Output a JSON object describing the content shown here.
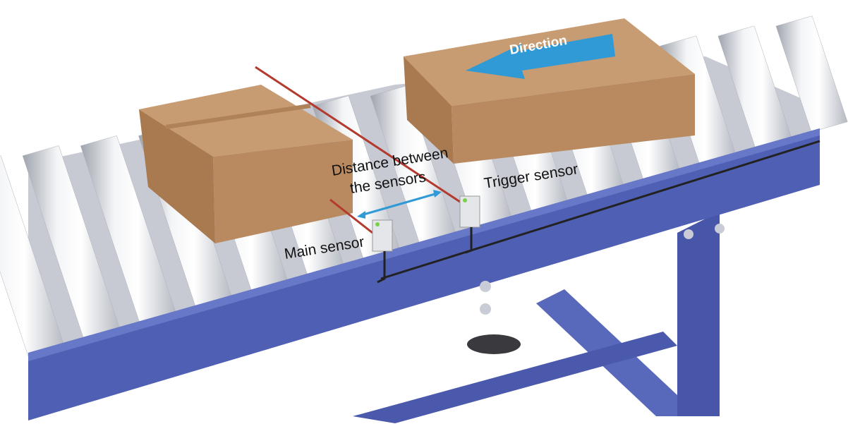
{
  "labels": {
    "direction": "Direction",
    "distance_line1": "Distance between",
    "distance_line2": "the sensors",
    "trigger_sensor": "Trigger sensor",
    "main_sensor": "Main sensor"
  },
  "colors": {
    "frame": "#4f5fb4",
    "frame_dark": "#3a4896",
    "box": "#b98a5f",
    "arrow": "#2f9ad6",
    "beam": "#b33a2e"
  }
}
